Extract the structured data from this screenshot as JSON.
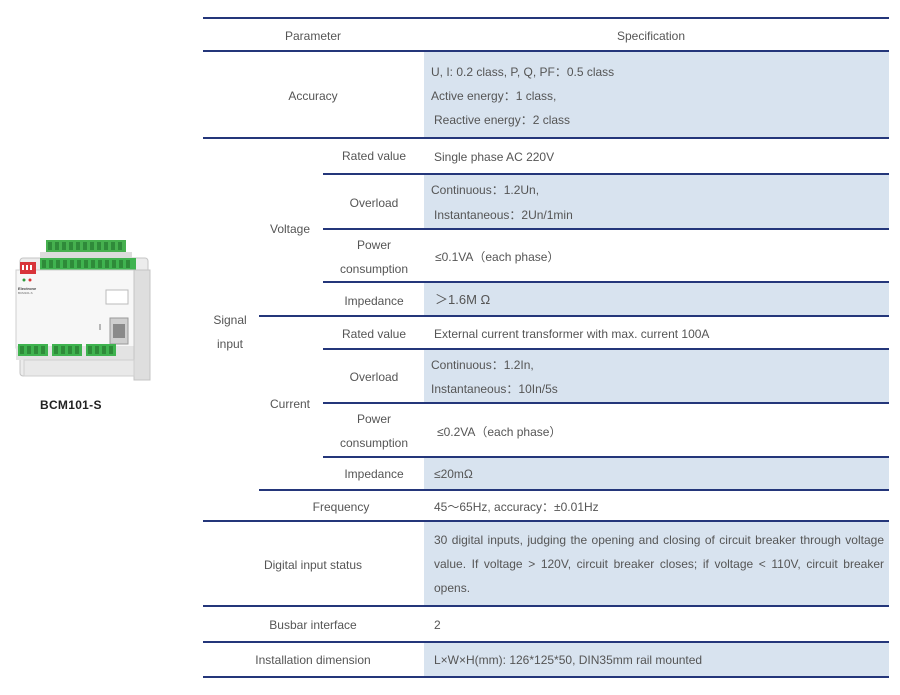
{
  "product": {
    "name": "BCM101-S",
    "brand_text": "Electrone",
    "model_text": "BCM101-S"
  },
  "header": {
    "parameter": "Parameter",
    "specification": "Specification"
  },
  "accuracy": {
    "label": "Accuracy",
    "lines": [
      "U, I: 0.2 class,   P, Q, PF：0.5 class",
      "Active energy：1 class,",
      "Reactive energy：2 class"
    ]
  },
  "signal_input": {
    "label_line1": "Signal",
    "label_line2": "input",
    "voltage": {
      "label": "Voltage",
      "rated_label": "Rated value",
      "rated_value": "Single phase   AC 220V",
      "overload_label": "Overload",
      "overload_lines": [
        "Continuous：1.2Un,",
        "Instantaneous：2Un/1min"
      ],
      "power_label_1": "Power",
      "power_label_2": "consumption",
      "power_value": "≤0.1VA（each phase）",
      "impedance_label": "Impedance",
      "impedance_value": "＞1.6M Ω"
    },
    "current": {
      "label": "Current",
      "rated_label": "Rated value",
      "rated_value": "External current transformer with max. current 100A",
      "overload_label": "Overload",
      "overload_lines": [
        "Continuous：1.2In,",
        "Instantaneous：10In/5s"
      ],
      "power_label_1": "Power",
      "power_label_2": "consumption",
      "power_value": "≤0.2VA（each phase）",
      "impedance_label": "Impedance",
      "impedance_value": "≤20mΩ"
    }
  },
  "frequency": {
    "label": "Frequency",
    "value": "45～65Hz, accuracy：±0.01Hz"
  },
  "digital_input": {
    "label": "Digital input status",
    "value": "30 digital inputs, judging the opening and closing of circuit breaker through voltage value. If voltage > 120V, circuit breaker closes; if voltage < 110V, circuit breaker opens."
  },
  "busbar": {
    "label": "Busbar interface",
    "value": "2"
  },
  "installation": {
    "label": "Installation dimension",
    "value": "L×W×H(mm): 126*125*50,  DIN35mm rail mounted"
  },
  "colors": {
    "rule": "#24367a",
    "shade": "#d8e3ef",
    "terminal_green": "#3fb34f"
  }
}
